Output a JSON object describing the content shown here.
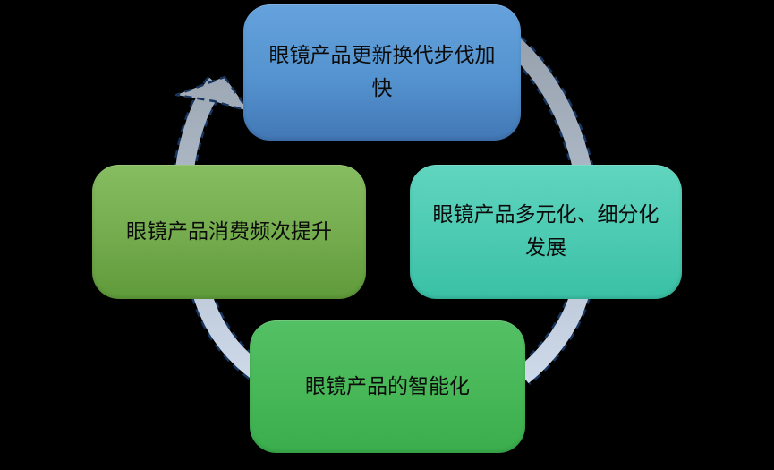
{
  "diagram": {
    "type": "cycle",
    "background_color": "#000000",
    "direction": "clockwise",
    "nodes": {
      "top": {
        "label": "眼镜产品更新换代步伐加\n快",
        "color_top": "#65a2dd",
        "color_bottom": "#4277b5"
      },
      "right": {
        "label": "眼镜产品多元化、细分化\n发展",
        "color_top": "#60d5bf",
        "color_bottom": "#39c0a5"
      },
      "bottom": {
        "label": "眼镜产品的智能化",
        "color_top": "#54c065",
        "color_bottom": "#3aad4c"
      },
      "left": {
        "label": "眼镜产品消费频次提升",
        "color_top": "#87bd61",
        "color_bottom": "#5f9a3a"
      }
    },
    "connections": [
      {
        "from": "left",
        "to": "top"
      },
      {
        "from": "top",
        "to": "right"
      },
      {
        "from": "right",
        "to": "bottom"
      },
      {
        "from": "bottom",
        "to": "left"
      }
    ],
    "arrow": {
      "band_color_light": "#d3dff0",
      "band_color_dark": "#97a1ae",
      "border_color": "#17355e",
      "border_style": "dashed"
    },
    "text_color": "#0c0c0c"
  }
}
